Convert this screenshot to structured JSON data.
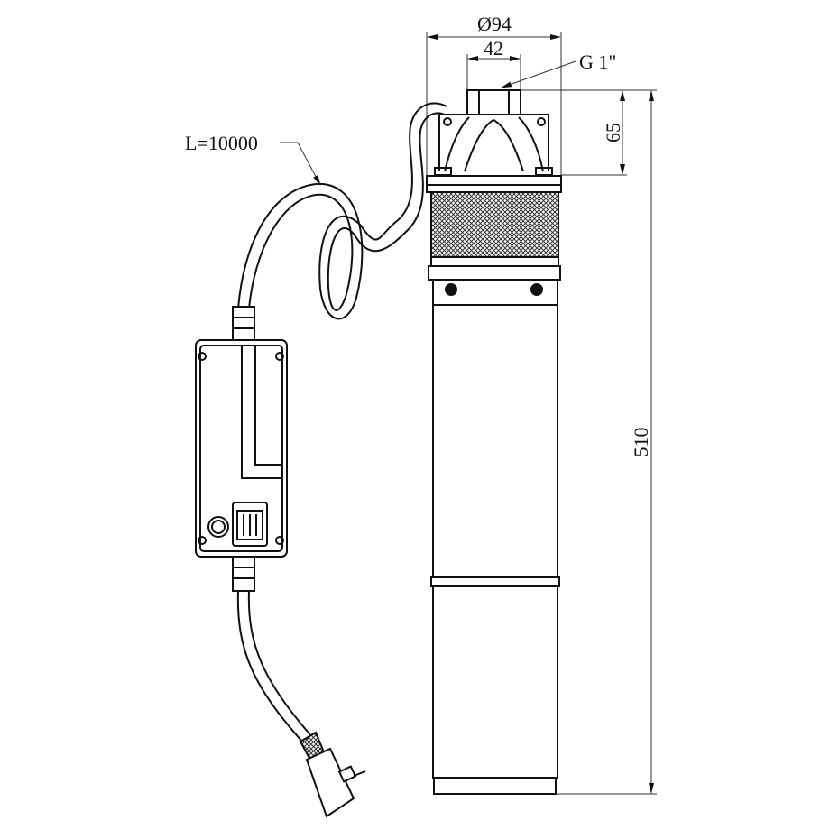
{
  "drawing": {
    "title": "Submersible pump dimensional drawing",
    "labels": {
      "diameter": "Ø94",
      "outlet_width": "42",
      "thread": "G 1\"",
      "head_height": "65",
      "total_height": "510",
      "cable_length": "L=10000"
    }
  }
}
